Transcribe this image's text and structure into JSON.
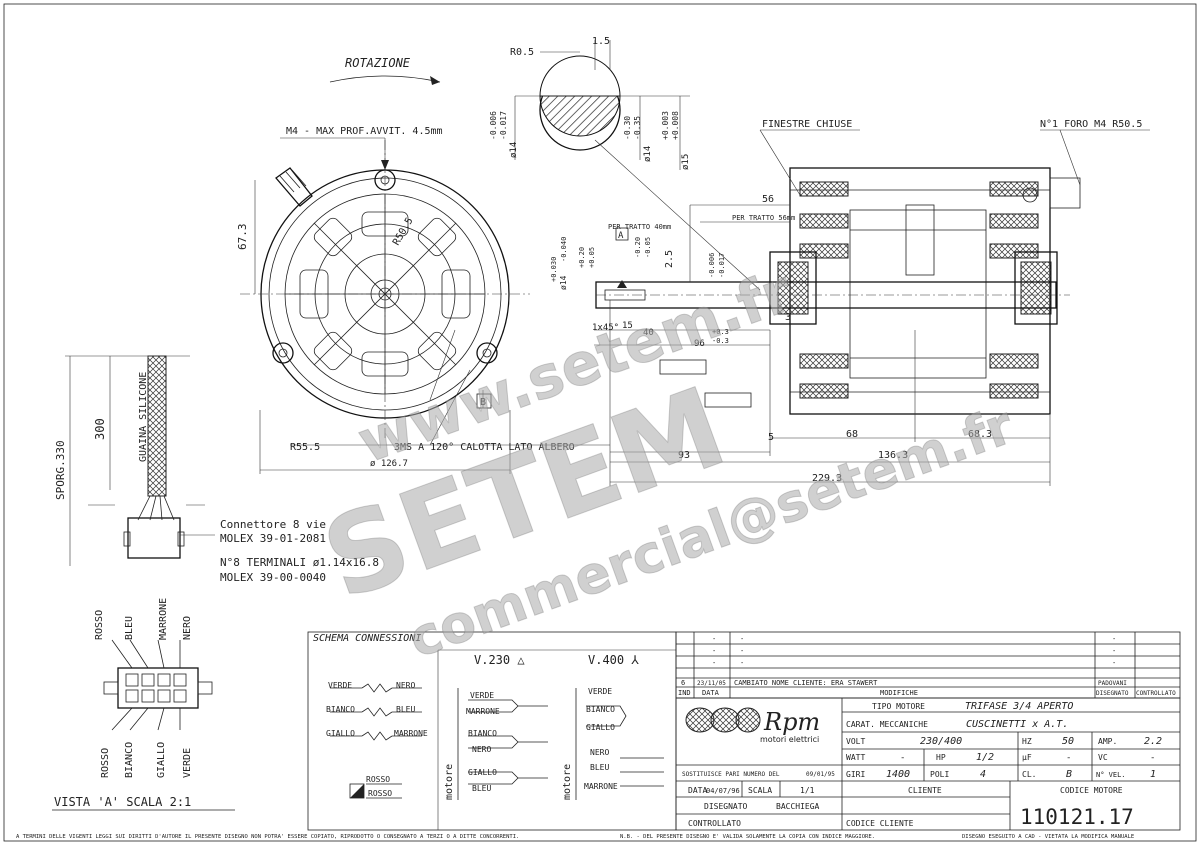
{
  "labels": {
    "rotation": "ROTAZIONE",
    "m4_note": "M4 - MAX PROF.AVVIT. 4.5mm",
    "r05": "R0.5",
    "d15": "1.5",
    "finestre": "FINESTRE CHIUSE",
    "foro": "N°1 FORO M4 R50.5",
    "dim_56": "56",
    "dim_67": "67.3",
    "r50": "R50.5",
    "per_tratto_40": "PER TRATTO 40mm",
    "per_tratto_56": "PER TRATTO 56mm",
    "datum_a": "A",
    "datum_b": "B",
    "dim_1x45": "1x45°",
    "dim_15": "15",
    "dim_40": "40",
    "dim_96": "96",
    "tol_03a": "+0.3",
    "tol_03b": "-0.3",
    "dim_25": "2.5",
    "dim_3": "3",
    "dim_5": "5",
    "dim_68": "68",
    "dim_683": "68.3",
    "dim_93": "93",
    "dim_1363": "136.3",
    "dim_2293": "229.3",
    "r555": "R55.5",
    "holes_note": "3MS A 120°  CALOTTA LATO ALBERO",
    "dia_1267": "ø 126.7",
    "guaina": "GUAINA SILICONE",
    "dim_300": "300",
    "sporg": "SPORG.330",
    "connector1": "Connettore 8 vie",
    "connector2": "MOLEX 39-01-2081",
    "terminals1": "N°8 TERMINALI ø1.14x16.8",
    "terminals2": "MOLEX 39-00-0040",
    "wire_top": [
      "ROSSO",
      "BLEU",
      "MARRONE",
      "NERO"
    ],
    "wire_bottom": [
      "ROSSO",
      "BIANCO",
      "GIALLO",
      "VERDE"
    ],
    "vista": "VISTA 'A' SCALA 2:1",
    "schema": "SCHEMA CONNESSIONI",
    "v230": "V.230 △",
    "v400": "V.400 ⅄",
    "scheme_pairs": [
      [
        "VERDE",
        "NERO"
      ],
      [
        "BIANCO",
        "BLEU"
      ],
      [
        "GIALLO",
        "MARRONE"
      ]
    ],
    "motore": "motore",
    "v230_wires": [
      "VERDE",
      "MARRONE",
      "BIANCO",
      "NERO",
      "GIALLO",
      "BLEU"
    ],
    "v400_wires": [
      "VERDE",
      "BIANCO",
      "GIALLO",
      "NERO",
      "BLEU",
      "MARRONE"
    ],
    "legend_rosso": "ROSSO",
    "footer_left": "A TERMINI DELLE VIGENTI LEGGI SUI DIRITTI D'AUTORE IL PRESENTE DISEGNO NON POTRA' ESSERE COPIATO, RIPRODOTTO O CONSEGNATO A TERZI O A DITTE CONCORRENTI.",
    "footer_mid": "N.B. - DEL PRESENTE DISEGNO E' VALIDA SOLAMENTE LA COPIA CON INDICE MAGGIORE.",
    "footer_right": "DISEGNO ESEGUITO A CAD - VIETATA LA MODIFICA MANUALE"
  },
  "tolerances": {
    "t1": "-0.006",
    "t2": "-0.017",
    "t3": "ø14",
    "t4": "-0.30",
    "t5": "-0.35",
    "t6": "ø14",
    "t7": "+0.003",
    "t8": "+0.008",
    "t9": "ø15",
    "t10": "-0.006",
    "t11": "-0.017",
    "t12": "ø14",
    "t13": "+0.030",
    "t14": "-0.040",
    "t15": "+0.20",
    "t16": "+0.05",
    "t17": "-0.20",
    "t18": "-0.05"
  },
  "revisions": {
    "headers": [
      "IND",
      "DATA",
      "MODIFICHE",
      "DISEGNATO",
      "CONTROLLATO"
    ],
    "row6": [
      "6",
      "23/11/05",
      "CAMBIATO NOME CLIENTE: ERA STAWERT",
      "PADOVANI",
      ""
    ],
    "dash": "-"
  },
  "title_block": {
    "logo": "Rpm",
    "logo_sub": "motori elettrici",
    "tipo_label": "TIPO MOTORE",
    "tipo_value": "TRIFASE 3/4 APERTO",
    "carat_label": "CARAT. MECCANICHE",
    "carat_value": "CUSCINETTI x A.T.",
    "volt_label": "VOLT",
    "volt_value": "230/400",
    "hz_label": "HZ",
    "hz_value": "50",
    "amp_label": "AMP.",
    "amp_value": "2.2",
    "watt_label": "WATT",
    "watt_value": "-",
    "hp_label": "HP",
    "hp_value": "1/2",
    "uf_label": "µF",
    "uf_value": "-",
    "vc_label": "VC",
    "vc_value": "-",
    "giri_label": "GIRI",
    "giri_value": "1400",
    "poli_label": "POLI",
    "poli_value": "4",
    "cl_label": "CL.",
    "cl_value": "B",
    "nvel_label": "N° VEL.",
    "nvel_value": "1",
    "sost_label": "SOSTITUISCE PARI NUMERO DEL",
    "sost_value": "09/01/95",
    "data_label": "DATA",
    "data_value": "04/07/96",
    "scala_label": "SCALA",
    "scala_value": "1/1",
    "cliente_label": "CLIENTE",
    "codice_label": "CODICE MOTORE",
    "disegnato_label": "DISEGNATO",
    "disegnato_value": "BACCHIEGA",
    "controllato_label": "CONTROLLATO",
    "codice_cliente_label": "CODICE CLIENTE",
    "codice_value": "110121.17"
  },
  "watermark": {
    "url": "www.setem.fr",
    "brand": "SETEM",
    "email": "commercial@setem.fr"
  }
}
